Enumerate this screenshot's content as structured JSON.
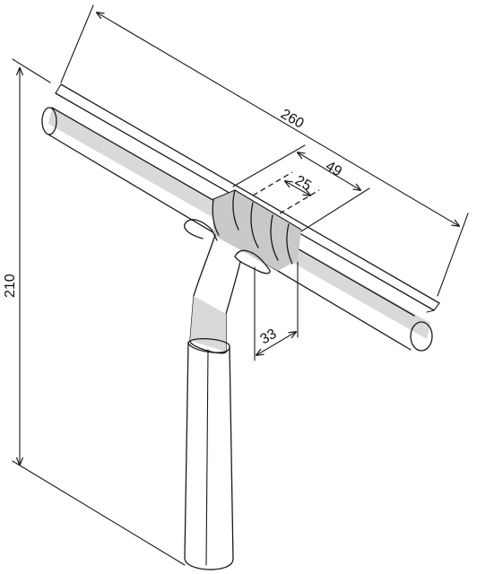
{
  "dimensions": {
    "total_width": "260",
    "bracket_width": "49",
    "inner_width": "25",
    "bracket_depth": "33",
    "total_height": "210"
  },
  "colors": {
    "line": "#1a1a1a",
    "shade": "#d9d9d9",
    "background": "#ffffff"
  }
}
